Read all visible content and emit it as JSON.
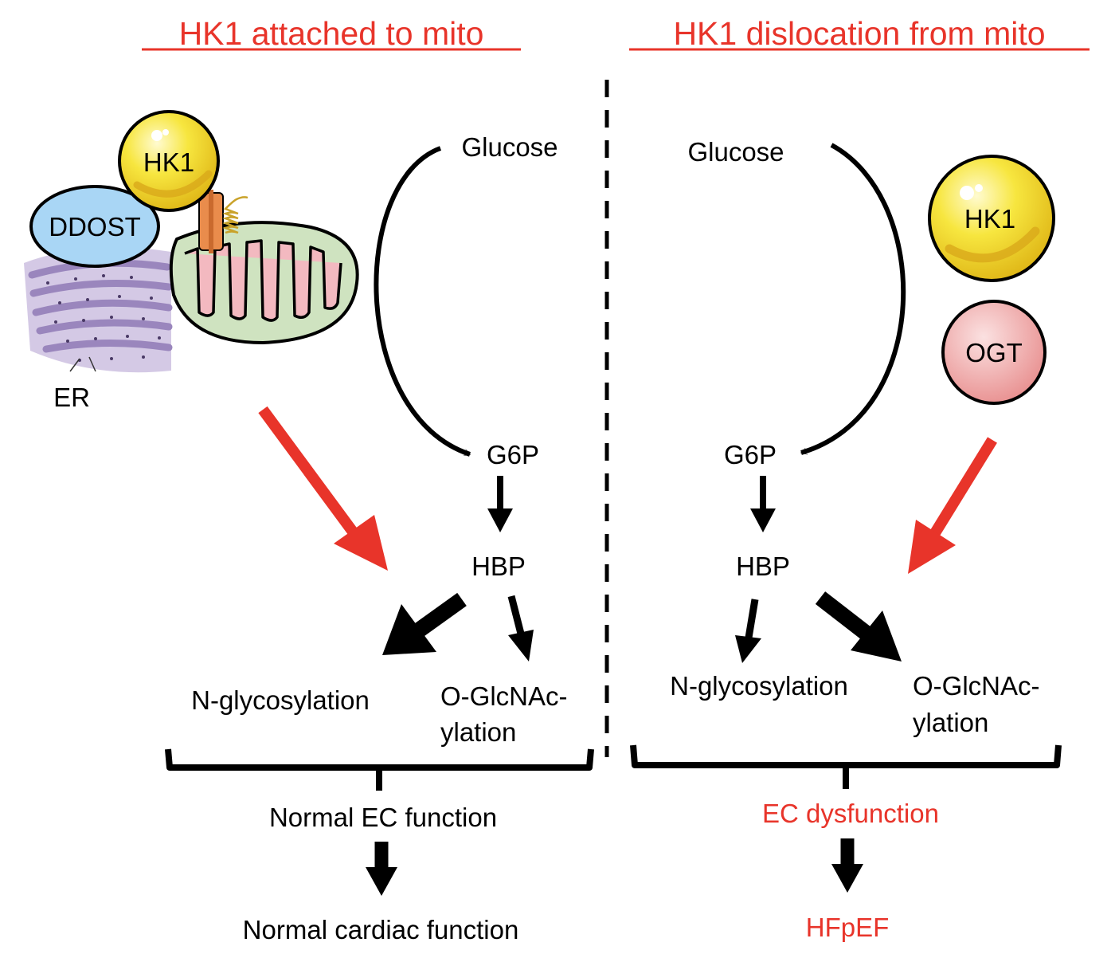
{
  "left_panel": {
    "title": "HK1 attached to mito",
    "hk1_label": "HK1",
    "ddost_label": "DDOST",
    "er_label": "ER",
    "glucose": "Glucose",
    "g6p": "G6P",
    "hbp": "HBP",
    "n_glyco": "N-glycosylation",
    "o_glcnac_line1": "O-GlcNAc-",
    "o_glcnac_line2": "ylation",
    "outcome": "Normal EC function",
    "final": "Normal cardiac function"
  },
  "right_panel": {
    "title": "HK1 dislocation from mito",
    "glucose": "Glucose",
    "hk1_label": "HK1",
    "ogt_label": "OGT",
    "g6p": "G6P",
    "hbp": "HBP",
    "n_glyco": "N-glycosylation",
    "o_glcnac_line1": "O-GlcNAc-",
    "o_glcnac_line2": "ylation",
    "outcome": "EC dysfunction",
    "final": "HFpEF"
  },
  "colors": {
    "red": "#e8342a",
    "hk1_yellow": "#f5e13a",
    "ddost_blue": "#a9d6f5",
    "ogt_pink": "#f2a3a3",
    "er_purple": "#b9a7cf",
    "mito_green": "#cfe3c0",
    "mito_pink": "#f3b9c0"
  }
}
